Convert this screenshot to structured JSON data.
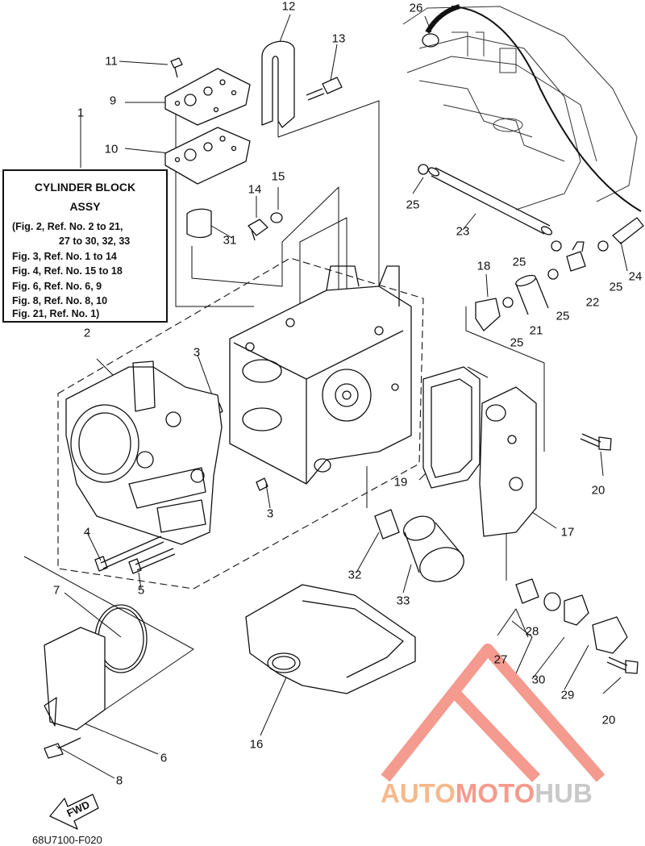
{
  "info_box": {
    "title_1": "CYLINDER BLOCK",
    "title_2": "ASSY",
    "lines": [
      "(Fig. 2, Ref. No. 2 to 21,",
      "27 to 30, 32, 33",
      "Fig. 3, Ref. No. 1 to 14",
      "Fig. 4, Ref. No. 15 to 18",
      "Fig. 6, Ref. No. 6, 9",
      "Fig. 8, Ref. No. 8, 10",
      "Fig. 21, Ref. No. 1)"
    ]
  },
  "callouts": [
    "1",
    "2",
    "3",
    "3",
    "4",
    "5",
    "6",
    "7",
    "8",
    "9",
    "10",
    "11",
    "12",
    "13",
    "14",
    "15",
    "16",
    "17",
    "18",
    "19",
    "20",
    "20",
    "21",
    "22",
    "23",
    "24",
    "25",
    "25",
    "25",
    "25",
    "25",
    "26",
    "27",
    "28",
    "29",
    "30",
    "31",
    "32",
    "33"
  ],
  "fwd_label": "FWD",
  "drawing_code": "68U7100-F020",
  "watermark": {
    "part_1": "AUTO",
    "part_2": "MOTO",
    "part_3": "HUB"
  },
  "colors": {
    "line": "#111111",
    "watermark_red": "#f0705f",
    "watermark_orange": "#f6b98a",
    "watermark_gray": "#c9c9c9"
  }
}
